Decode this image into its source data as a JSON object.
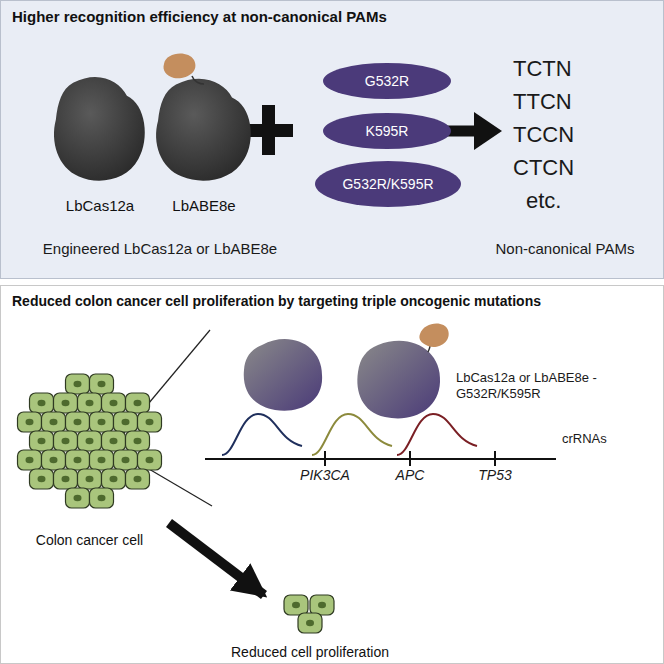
{
  "diagram": {
    "nodes": [
      {
        "text": [
          "Higher recognition efficiency at non-canonical PAMs"
        ]
      },
      {
        "text": [
          "LbCas12a"
        ],
        "in": 0
      },
      {
        "text": [
          "LbABE8e"
        ],
        "in": 0
      },
      {
        "text": [
          "G532R"
        ],
        "in": 0
      },
      {
        "text": [
          "K595R"
        ],
        "in": 0
      },
      {
        "text": [
          "G532R/K595R"
        ],
        "in": 0
      },
      {
        "text": [
          "Reduced colon cancer cell proliferation by targeting triple oncogenic mutations"
        ]
      },
      {
        "text": [
          "Colon cancer cell"
        ],
        "in": 6
      },
      {
        "text": [
          "Reduced cell proliferation"
        ],
        "in": 6
      }
    ],
    "edges": [
      {
        "from": 7,
        "to": 8,
        "arrow": "to"
      }
    ],
    "labels": [
      "Engineered LbCas12a or LbABE8e",
      "Non-canonical PAMs",
      "TCTN",
      "TTCN",
      "TCCN",
      "CTCN",
      "etc.",
      "LbCas12a or LbABE8e -G532R/K595R",
      "crRNAs",
      "PIK3CA",
      "APC",
      "TP53"
    ]
  }
}
